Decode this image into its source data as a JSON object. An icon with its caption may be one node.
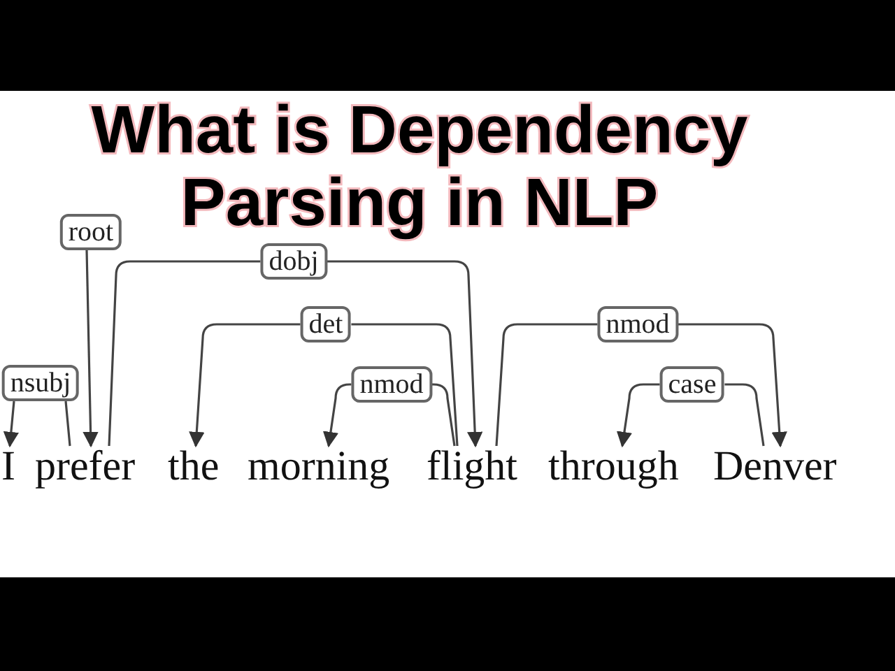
{
  "diagram": {
    "title": "What is Dependency Parsing in NLP",
    "nodes": [
      {
        "text": [
          "root"
        ]
      },
      {
        "text": [
          "I"
        ]
      },
      {
        "text": [
          "prefer"
        ]
      },
      {
        "text": [
          "the"
        ]
      },
      {
        "text": [
          "morning"
        ]
      },
      {
        "text": [
          "flight"
        ]
      },
      {
        "text": [
          "through"
        ]
      },
      {
        "text": [
          "Denver"
        ]
      },
      {
        "text": [
          "nsubj"
        ]
      },
      {
        "text": [
          "dobj"
        ]
      },
      {
        "text": [
          "det"
        ]
      },
      {
        "text": [
          "nmod"
        ]
      },
      {
        "text": [
          "nmod"
        ]
      },
      {
        "text": [
          "case"
        ]
      }
    ],
    "edges": [
      {
        "from": 0,
        "to": 2,
        "arrow": "to"
      },
      {
        "from": 2,
        "to": 8,
        "arrow": "none"
      },
      {
        "from": 8,
        "to": 1,
        "arrow": "to"
      },
      {
        "from": 2,
        "to": 9,
        "arrow": "none"
      },
      {
        "from": 9,
        "to": 5,
        "arrow": "to"
      },
      {
        "from": 5,
        "to": 10,
        "arrow": "none"
      },
      {
        "from": 10,
        "to": 3,
        "arrow": "to"
      },
      {
        "from": 5,
        "to": 11,
        "arrow": "none"
      },
      {
        "from": 11,
        "to": 4,
        "arrow": "to"
      },
      {
        "from": 5,
        "to": 12,
        "arrow": "none"
      },
      {
        "from": 12,
        "to": 7,
        "arrow": "to"
      },
      {
        "from": 7,
        "to": 13,
        "arrow": "none"
      },
      {
        "from": 13,
        "to": 6,
        "arrow": "to"
      }
    ]
  }
}
